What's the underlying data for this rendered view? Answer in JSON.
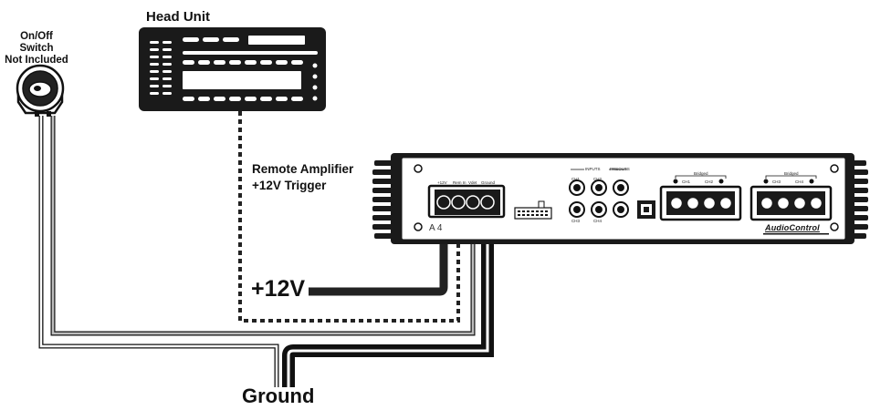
{
  "labels": {
    "switch_line1": "On/Off",
    "switch_line2": "Switch",
    "switch_line3": "Not Included",
    "head_unit": "Head Unit",
    "trigger_line1": "Remote Amplifier",
    "trigger_line2": "+12V Trigger",
    "plus12v": "+12V",
    "ground": "Ground"
  },
  "amplifier": {
    "brand": "AudioControl",
    "model_partial": "A    4",
    "power_terminals": [
      "+12V",
      "Rem In",
      "Vdet",
      "Ground"
    ],
    "inputs_header": "INPUTS",
    "preouts_header": "PREOUTS",
    "input_channels": [
      "CH1",
      "CH2",
      "CH3",
      "CH4"
    ],
    "bridged_label": "Bridged",
    "output_channels_a": [
      "CH1",
      "CH2"
    ],
    "output_channels_b": [
      "CH3",
      "CH4"
    ]
  },
  "colors": {
    "wire_power": "#222222",
    "wire_trigger": "#333333",
    "wire_switch": "#777777",
    "device": "#1a1a1a"
  }
}
